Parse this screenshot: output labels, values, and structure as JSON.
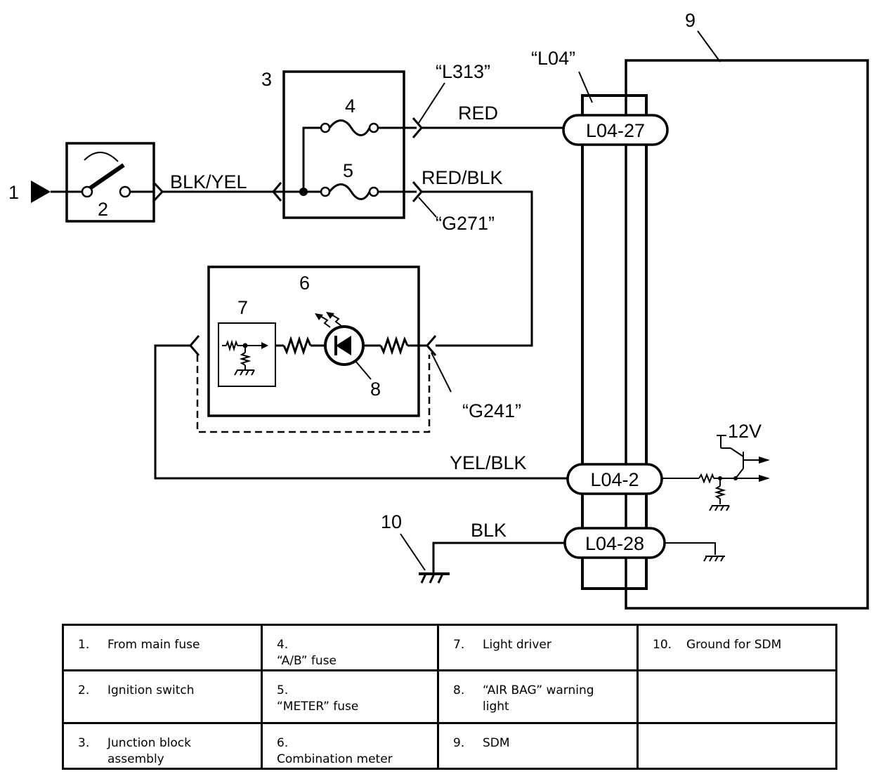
{
  "diagram": {
    "callouts": {
      "c1": "1",
      "c2": "2",
      "c3": "3",
      "c4": "4",
      "c5": "5",
      "c6": "6",
      "c7": "7",
      "c8": "8",
      "c9": "9",
      "c10": "10"
    },
    "wire_colors": {
      "blk_yel": "BLK/YEL",
      "red": "RED",
      "red_blk": "RED/BLK",
      "yel_blk": "YEL/BLK",
      "blk": "BLK"
    },
    "connectors": {
      "l313": "“L313”",
      "g271": "“G271”",
      "g241": "“G241”",
      "l04": "“L04”"
    },
    "terminals": {
      "l04_27": "L04-27",
      "l04_2": "L04-2",
      "l04_28": "L04-28"
    },
    "supply_voltage": "12V"
  },
  "legend": {
    "rows": [
      [
        {
          "num": "1.",
          "text": "From main fuse"
        },
        {
          "num": "4.",
          "text": "“A/B” fuse"
        },
        {
          "num": "7.",
          "text": "Light driver"
        },
        {
          "num": "10.",
          "text": "Ground for SDM"
        }
      ],
      [
        {
          "num": "2.",
          "text": "Ignition switch"
        },
        {
          "num": "5.",
          "text": "“METER” fuse"
        },
        {
          "num": "8.",
          "text": "“AIR BAG” warning light"
        },
        {
          "num": "",
          "text": ""
        }
      ],
      [
        {
          "num": "3.",
          "text": "Junction block assembly"
        },
        {
          "num": "6.",
          "text": "Combination meter"
        },
        {
          "num": "9.",
          "text": "SDM"
        },
        {
          "num": "",
          "text": ""
        }
      ]
    ]
  }
}
